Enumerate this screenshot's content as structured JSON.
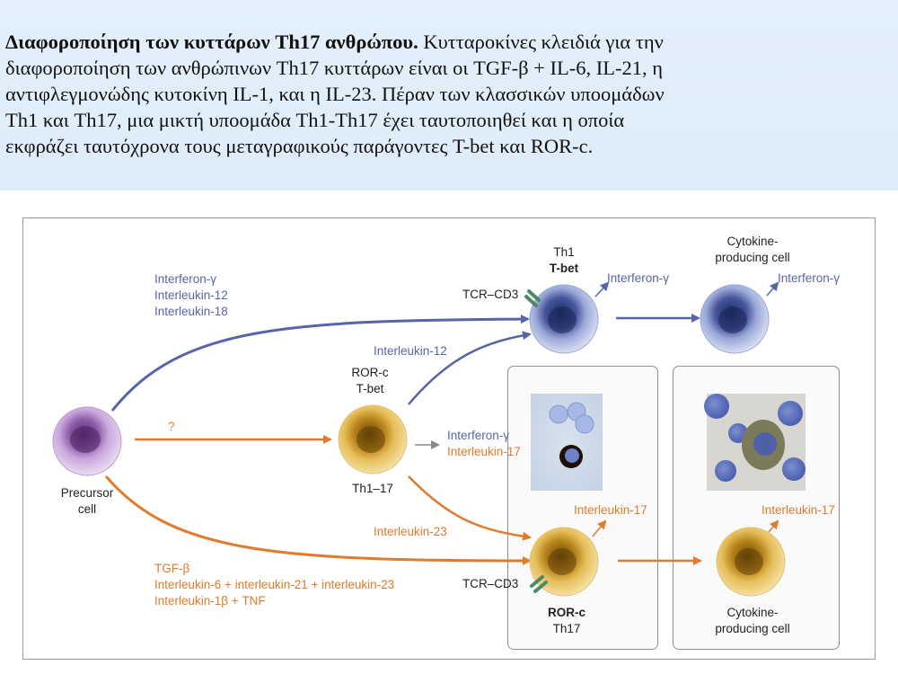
{
  "caption": {
    "title": "Διαφοροποίηση των κυττάρων Th17 ανθρώπου.",
    "line1": " Κυτταροκίνες κλειδιά για την",
    "line2": "διαφοροποίηση των ανθρώπινων Th17 κυττάρων είναι οι TGF-β + IL-6, IL-21, η",
    "line3": "αντιφλεγμονώδης κυτοκίνη IL-1, και η IL-23. Πέραν των κλασσικών υποομάδων",
    "line4": "Th1 και Th17, μια μικτή υποομάδα Th1-Th17 έχει ταυτοποιηθεί και η οποία",
    "line5": "εκφράζει  ταυτόχρονα τους μεταγραφικούς παράγοντες T-bet και ROR-c."
  },
  "diagram": {
    "precursor": [
      "Precursor",
      "cell"
    ],
    "th1_path": [
      "Interferon-γ",
      "Interleukin-12",
      "Interleukin-18"
    ],
    "th1_cell": {
      "name": "Th1",
      "factor": "T-bet",
      "tcr": "TCR–CD3",
      "secretes": "Interferon-γ"
    },
    "th1_cytokine_cell": {
      "label": [
        "Cytokine-",
        "producing cell"
      ],
      "secretes": "Interferon-γ"
    },
    "question": "?",
    "mixed_cell": {
      "factors": [
        "ROR-c",
        "T-bet"
      ],
      "name": "Th1–17",
      "il12": "Interleukin-12",
      "secretes": [
        "Interferon-γ",
        "Interleukin-17"
      ]
    },
    "il23": "Interleukin-23",
    "th17_path": [
      "TGF-β",
      "Interleukin-6 + interleukin-21 + interleukin-23",
      "Interleukin-1β + TNF"
    ],
    "th17_cell": {
      "factor": "ROR-c",
      "name": "Th17",
      "tcr": "TCR–CD3",
      "secretes": "Interleukin-17"
    },
    "th17_cytokine_cell": {
      "label": [
        "Cytokine-",
        "producing cell"
      ],
      "secretes": "Interleukin-17"
    }
  },
  "colors": {
    "th1": "#5864a8",
    "th17": "#e07a2c",
    "precursor": "#b48ac8"
  }
}
